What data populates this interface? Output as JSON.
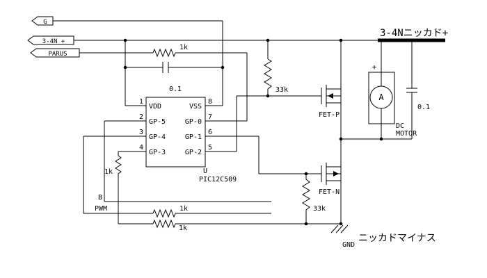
{
  "connectors": {
    "g": "G",
    "batt": "3-4N +",
    "pulse": "PARUS"
  },
  "rails": {
    "positive": "3-4Nニッカド+",
    "negative": "ニッカドマイナス",
    "gnd": "GND"
  },
  "ic": {
    "refdes": "U",
    "part": "PIC12C509",
    "bypass_cap": "0.1",
    "left_pins": [
      {
        "num": "1",
        "name": "VDD"
      },
      {
        "num": "2",
        "name": "GP-5"
      },
      {
        "num": "3",
        "name": "GP-4"
      },
      {
        "num": "4",
        "name": "GP-3"
      }
    ],
    "right_pins": [
      {
        "num": "8",
        "name": "VSS"
      },
      {
        "num": "7",
        "name": "GP-0"
      },
      {
        "num": "6",
        "name": "GP-1"
      },
      {
        "num": "5",
        "name": "GP-2"
      }
    ]
  },
  "resistors": {
    "pulse_series": "1k",
    "gate_p_pullup": "33k",
    "gate_n_pulldown": "33k",
    "gp3_series": "1k",
    "pwm_series": "1k",
    "bottom_series": "1k"
  },
  "fets": {
    "p": "FET-P",
    "n": "FET-N"
  },
  "motor": {
    "plus": "+",
    "meter": "A",
    "label_line1": "DC",
    "label_line2": "MOTOR",
    "cap": "0.1"
  },
  "signals": {
    "b": "B",
    "pwm": "PWM"
  }
}
